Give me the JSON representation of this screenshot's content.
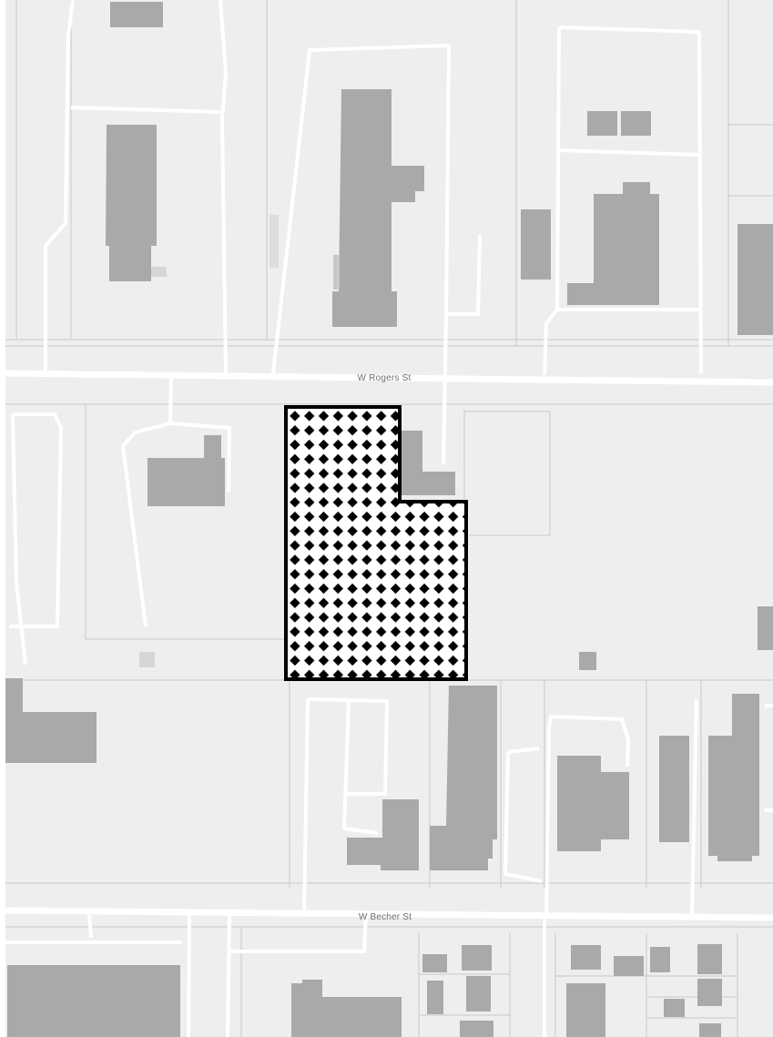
{
  "map": {
    "style": "light-gray-basemap",
    "colors": {
      "land": "#eeeeee",
      "road": "#ffffff",
      "parcel_line": "#c8c8c8",
      "building": "#a9a9a9",
      "building_faint": "#d9d9d9",
      "highlight_outline": "#000000",
      "highlight_pattern": "#000000"
    },
    "streets": [
      {
        "name": "W Rogers St"
      },
      {
        "name": "W Becher St"
      }
    ],
    "highlighted_parcel": {
      "pattern": "diamond-dots",
      "icon": "parcel-highlight"
    }
  }
}
